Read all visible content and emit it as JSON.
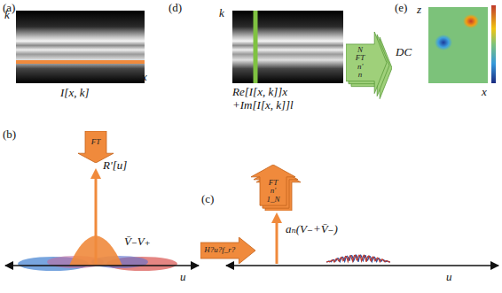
{
  "diagram": {
    "nodes": [
      {
        "text": [
          "N",
          "FT",
          "n'",
          "n"
        ]
      },
      {
        "text": [
          "FT"
        ]
      },
      {
        "text": [
          "FT",
          "n'",
          "1_N"
        ]
      },
      {
        "text": [
          "H?u?f_r?"
        ]
      }
    ],
    "labels": [
      "(a)",
      "k",
      "x",
      "I[x, k]",
      "(d)",
      "k",
      "Re[I[x, k]]x",
      "+Im[I[x, k]]l",
      "DC",
      "(e)",
      "z",
      "x",
      "(b)",
      "R'[u]",
      "V̄₋V₊",
      "u",
      "(c)",
      "aₙ(V₋+V̄₋)",
      "u"
    ]
  }
}
